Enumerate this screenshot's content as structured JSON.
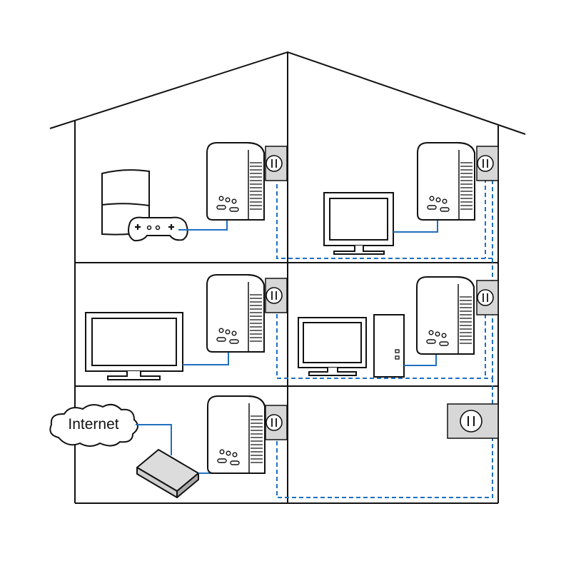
{
  "cloud": {
    "label": "Internet"
  },
  "colors": {
    "line": "#111111",
    "cable": "#1f6fbf",
    "wall_plate": "#d7d7d7",
    "device_fill": "#ffffff",
    "router_top": "#dcdcdc",
    "router_side": "#a9a9a9"
  },
  "rooms": [
    {
      "id": "top-left",
      "devices": [
        "game-console",
        "gamepad",
        "powerline-adapter"
      ]
    },
    {
      "id": "top-right",
      "devices": [
        "monitor",
        "powerline-adapter"
      ]
    },
    {
      "id": "middle-left",
      "devices": [
        "tv",
        "powerline-adapter"
      ]
    },
    {
      "id": "middle-right",
      "devices": [
        "monitor",
        "pc-tower",
        "powerline-adapter"
      ]
    },
    {
      "id": "bottom-left",
      "devices": [
        "internet-cloud",
        "router",
        "powerline-adapter"
      ]
    },
    {
      "id": "bottom-right",
      "devices": [
        "wall-outlet"
      ]
    }
  ]
}
